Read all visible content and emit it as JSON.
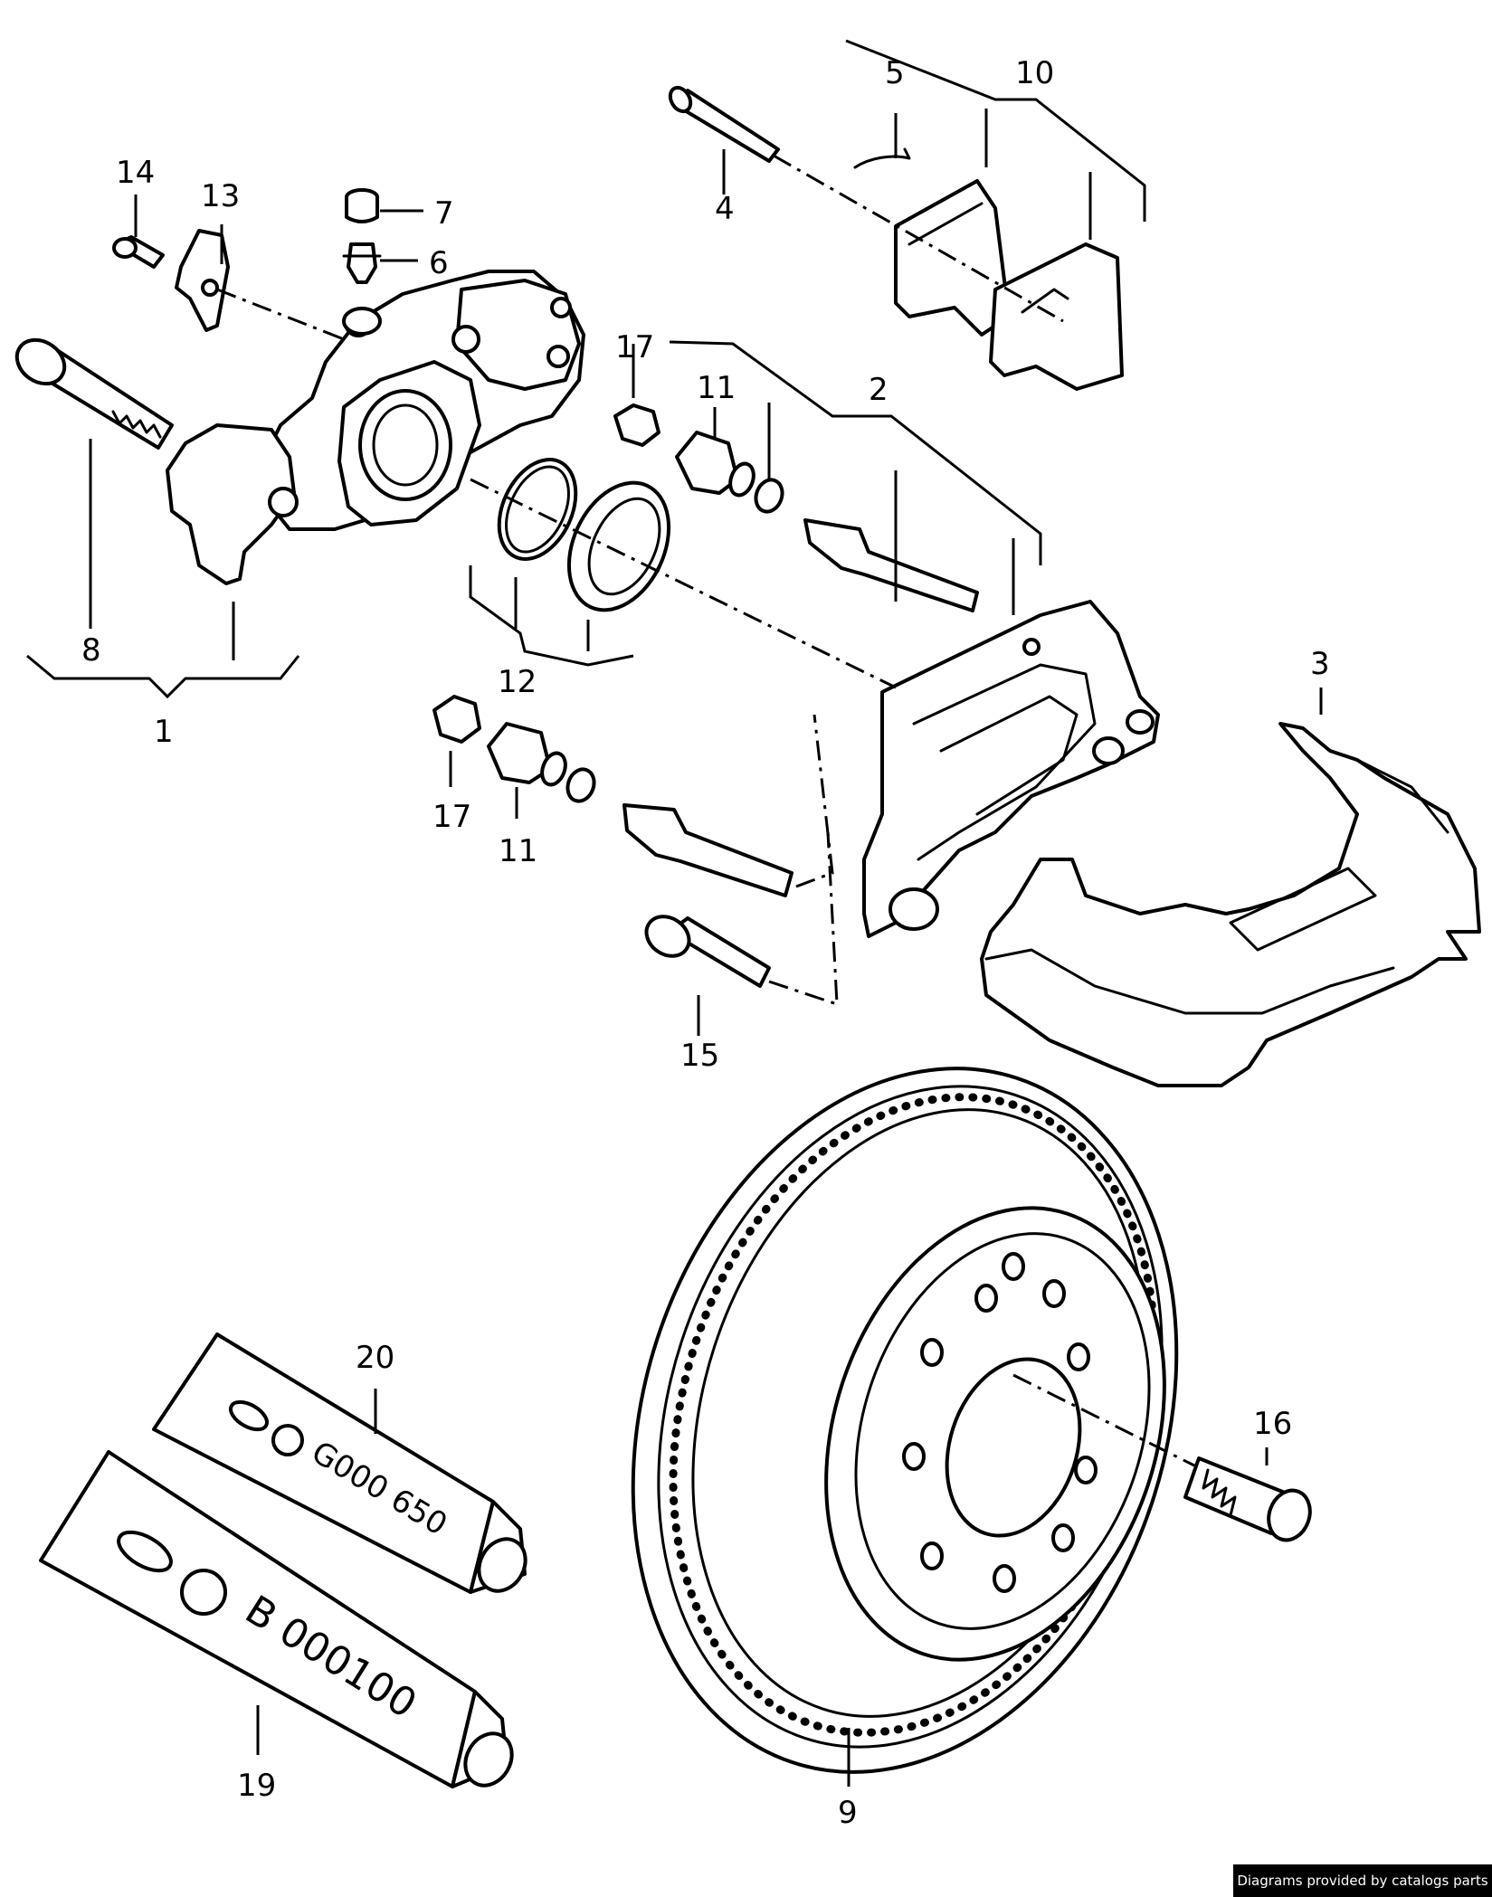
{
  "diagram": {
    "callouts": [
      {
        "id": "c1",
        "label": "1"
      },
      {
        "id": "c2",
        "label": "2"
      },
      {
        "id": "c3",
        "label": "3"
      },
      {
        "id": "c4",
        "label": "4"
      },
      {
        "id": "c5",
        "label": "5"
      },
      {
        "id": "c6",
        "label": "6"
      },
      {
        "id": "c7",
        "label": "7"
      },
      {
        "id": "c8",
        "label": "8"
      },
      {
        "id": "c9",
        "label": "9"
      },
      {
        "id": "c10",
        "label": "10"
      },
      {
        "id": "c11a",
        "label": "11"
      },
      {
        "id": "c11b",
        "label": "11"
      },
      {
        "id": "c12",
        "label": "12"
      },
      {
        "id": "c13",
        "label": "13"
      },
      {
        "id": "c14",
        "label": "14"
      },
      {
        "id": "c15",
        "label": "15"
      },
      {
        "id": "c16",
        "label": "16"
      },
      {
        "id": "c17a",
        "label": "17"
      },
      {
        "id": "c17b",
        "label": "17"
      },
      {
        "id": "c19",
        "label": "19"
      },
      {
        "id": "c20",
        "label": "20"
      }
    ],
    "tubes": {
      "tube_20_text": "G000 650",
      "tube_19_text": "B 000100"
    }
  },
  "footer": {
    "credit": "Diagrams provided by catalogs parts"
  }
}
